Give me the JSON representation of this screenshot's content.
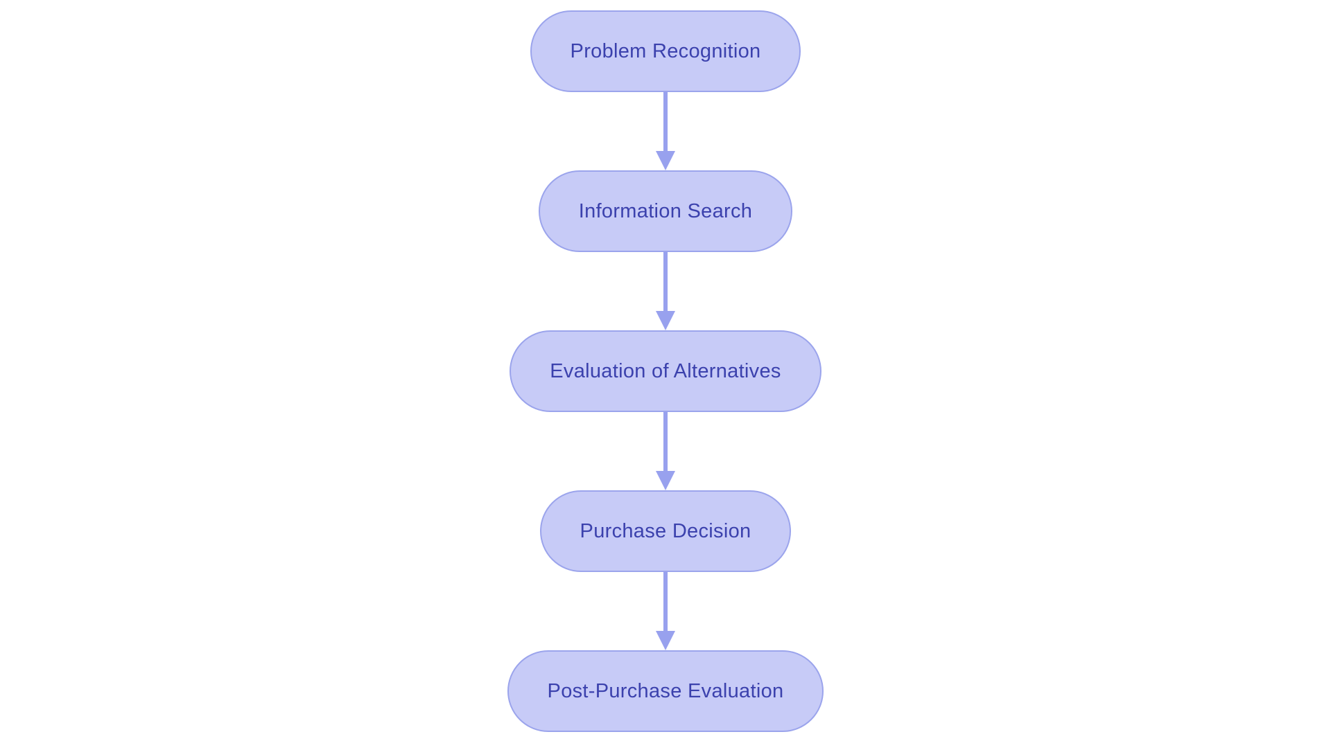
{
  "diagram": {
    "type": "flowchart",
    "direction": "top-down",
    "steps": [
      {
        "label": "Problem Recognition"
      },
      {
        "label": "Information Search"
      },
      {
        "label": "Evaluation of Alternatives"
      },
      {
        "label": "Purchase Decision"
      },
      {
        "label": "Post-Purchase Evaluation"
      }
    ],
    "edges": [
      {
        "from": "Problem Recognition",
        "to": "Information Search",
        "style": "arrow-down"
      },
      {
        "from": "Information Search",
        "to": "Evaluation of Alternatives",
        "style": "arrow-down"
      },
      {
        "from": "Evaluation of Alternatives",
        "to": "Purchase Decision",
        "style": "arrow-down"
      },
      {
        "from": "Purchase Decision",
        "to": "Post-Purchase Evaluation",
        "style": "arrow-down"
      }
    ],
    "colors": {
      "background": "#ffffff",
      "node_fill": "#c7cbf7",
      "node_border": "#9ba4ec",
      "node_text": "#3b41ad",
      "arrow": "#98a1ee"
    }
  }
}
